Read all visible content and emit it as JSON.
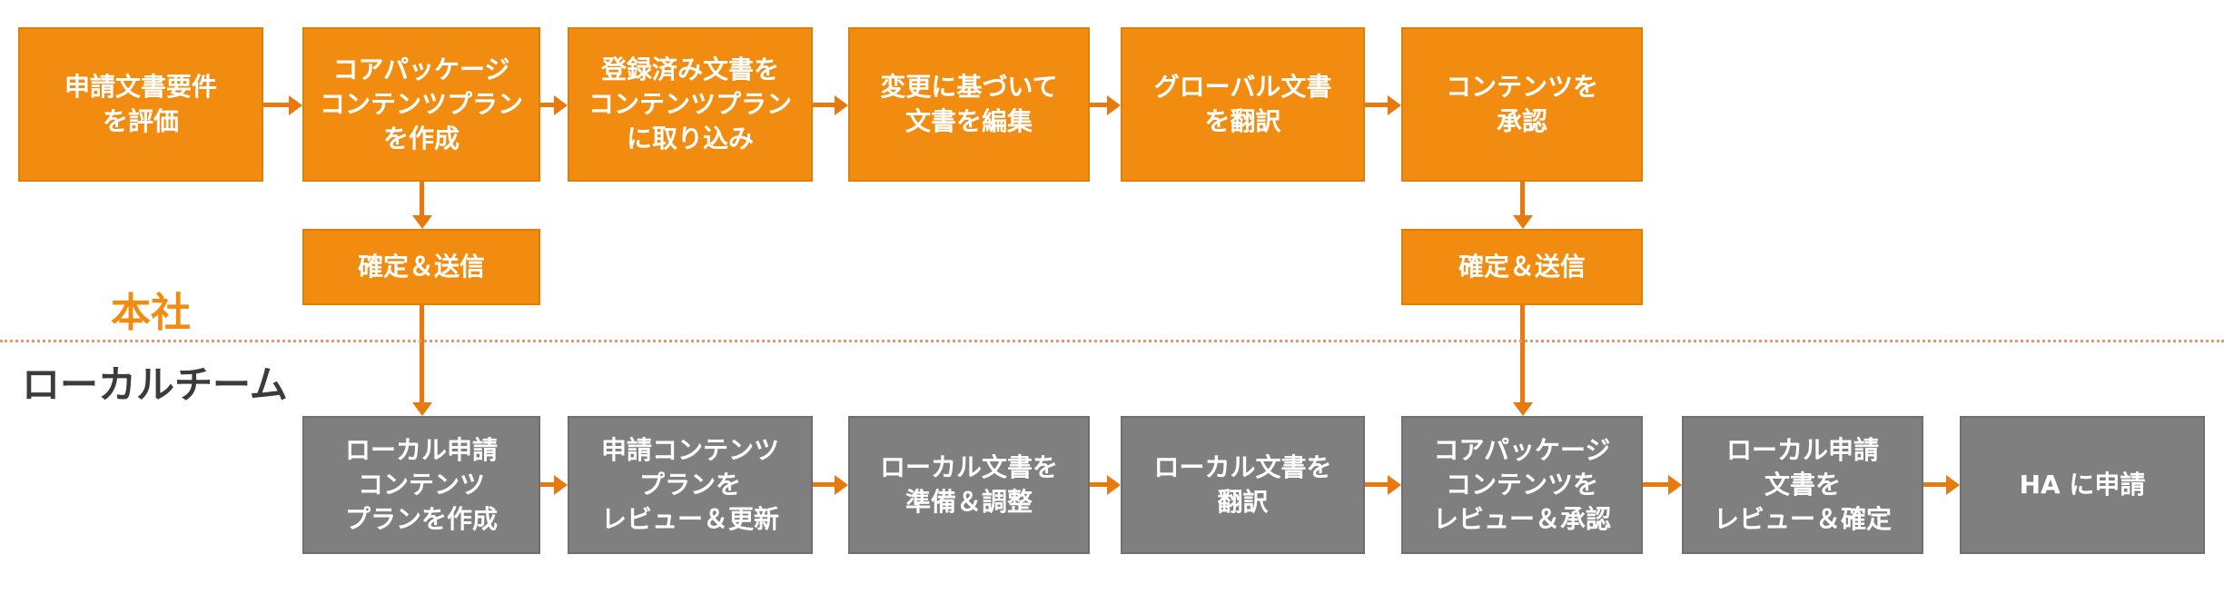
{
  "lanes": {
    "headquarters": {
      "label": "本社"
    },
    "local_team": {
      "label": "ローカルチーム"
    }
  },
  "hq_flow": {
    "steps": [
      {
        "label": "申請文書要件\nを評価"
      },
      {
        "label": "コアパッケージ\nコンテンツプラン\nを作成"
      },
      {
        "label": "登録済み文書を\nコンテンツプラン\nに取り込み"
      },
      {
        "label": "変更に基づいて\n文書を編集"
      },
      {
        "label": "グローバル文書\nを翻訳"
      },
      {
        "label": "コンテンツを\n承認"
      }
    ],
    "confirm_left": "確定＆送信",
    "confirm_right": "確定＆送信"
  },
  "local_flow": {
    "steps": [
      {
        "label": "ローカル申請\nコンテンツ\nプランを作成"
      },
      {
        "label": "申請コンテンツ\nプランを\nレビュー＆更新"
      },
      {
        "label": "ローカル文書を\n準備＆調整"
      },
      {
        "label": "ローカル文書を\n翻訳"
      },
      {
        "label": "コアパッケージ\nコンテンツを\nレビュー＆承認"
      },
      {
        "label": "ローカル申請\n文書を\nレビュー＆確定"
      },
      {
        "label": "HA に申請"
      }
    ]
  },
  "colors": {
    "orange": "#F28C11",
    "orange_border": "#E07E06",
    "gray": "#7F7F7F",
    "gray_border": "#6F6F6F",
    "arrow": "#E9780F",
    "divider": "#E8996B",
    "local_label": "#3B3B3B"
  }
}
